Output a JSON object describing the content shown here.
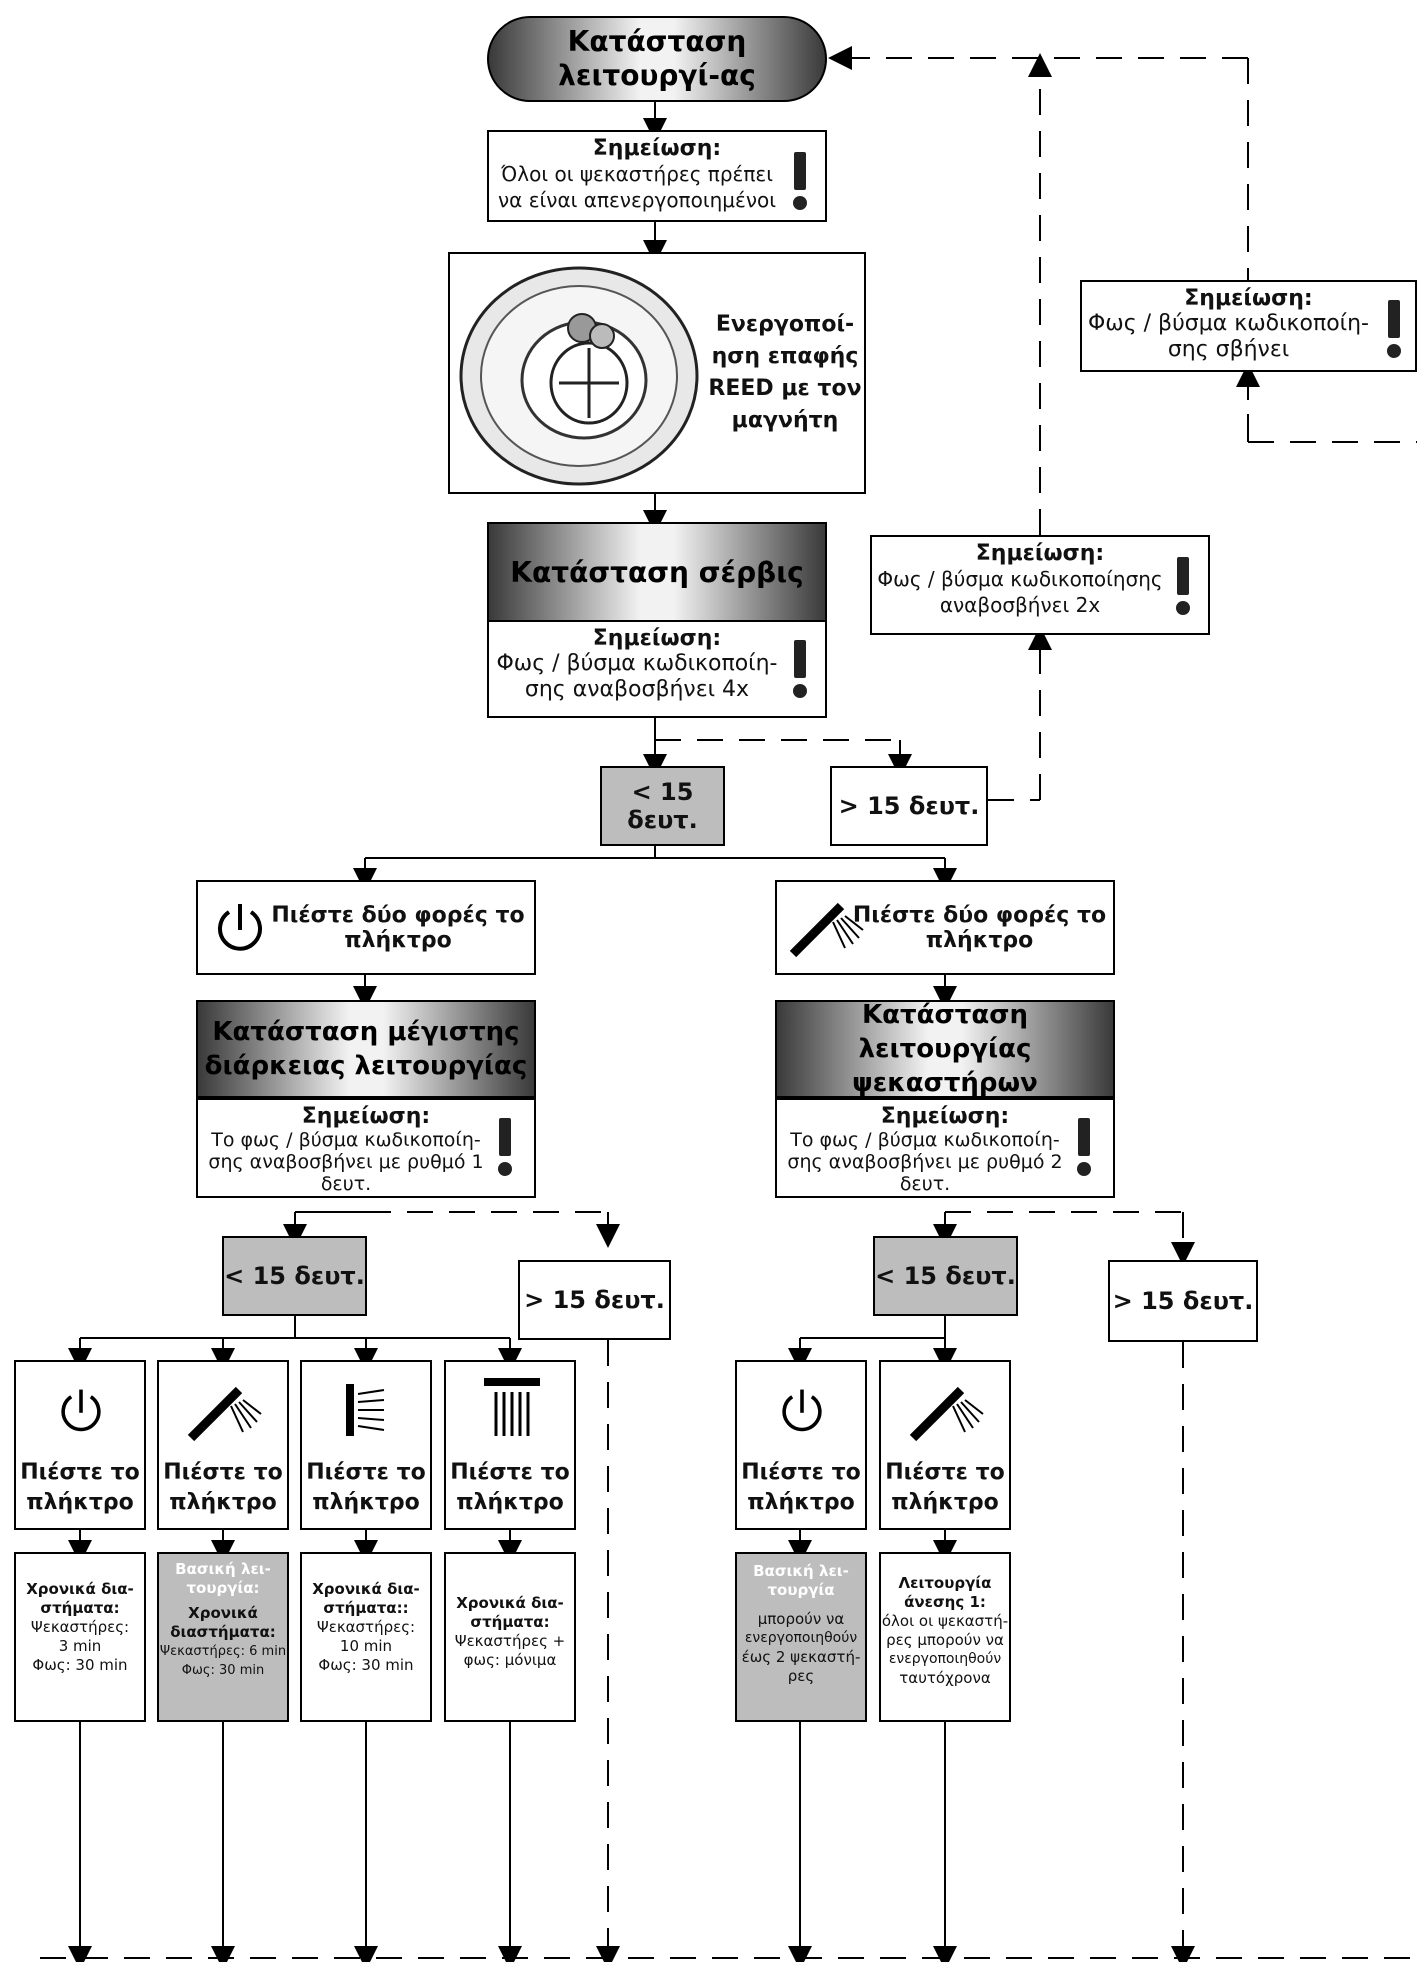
{
  "start": {
    "title": "Κατάσταση λειτουργί-ας"
  },
  "note1": {
    "title": "Σημείωση:",
    "text1": "Όλοι οι ψεκαστήρες πρέπει",
    "text2": "να είναι απενεργοποιημένοι"
  },
  "reed": {
    "line1": "Ενεργοποί-",
    "line2": "ηση επαφής",
    "line3": "REED με τον",
    "line4": "μαγνήτη"
  },
  "service": {
    "title": "Κατάσταση σέρβις",
    "note_title": "Σημείωση:",
    "note1": "Φως / βύσμα κωδικοποίη-",
    "note2": "σης αναβοσβήνει 4x"
  },
  "note_right_top": {
    "title": "Σημείωση:",
    "text1": "Φως / βύσμα κωδικοποίη-",
    "text2": "σης σβήνει"
  },
  "note_right_mid": {
    "title": "Σημείωση:",
    "text1": "Φως / βύσμα κωδικοποίησης",
    "text2": "αναβοσβήνει 2x"
  },
  "lt15": "< 15 δευτ.",
  "gt15": "> 15 δευτ.",
  "press_twice_power": {
    "line1": "Πιέστε δύο φορές το",
    "line2": "πλήκτρο"
  },
  "press_twice_shower": {
    "line1": "Πιέστε δύο φορές το",
    "line2": "πλήκτρο"
  },
  "maxdur": {
    "line1": "Κατάσταση μέγιστης",
    "line2": "διάρκειας λειτουργίας",
    "note_title": "Σημείωση:",
    "note1": "Το φως / βύσμα κωδικοποίη-",
    "note2": "σης αναβοσβήνει με ρυθμό 1",
    "note3": "δευτ."
  },
  "showermode": {
    "line1": "Κατάσταση λειτουργίας",
    "line2": "ψεκαστήρων",
    "note_title": "Σημείωση:",
    "note1": "Το φως / βύσμα κωδικοποίη-",
    "note2": "σης αναβοσβήνει με ρυθμό 2",
    "note3": "δευτ."
  },
  "press": {
    "line1": "Πιέστε το",
    "line2": "πλήκτρο"
  },
  "results": {
    "r1": {
      "t1": "Χρονικά δια-",
      "t2": "στήματα:",
      "l1": "Ψεκαστήρες:",
      "l2": "3 min",
      "l3": "Φως: 30 min"
    },
    "r2": {
      "h1": "Βασική λει-",
      "h2": "τουργία:",
      "t1": "Χρονικά",
      "t2": "διαστήματα:",
      "l1": "Ψεκαστήρες: 6 min",
      "l2": "Φως: 30 min"
    },
    "r3": {
      "t1": "Χρονικά δια-",
      "t2": "στήματα::",
      "l1": "Ψεκαστήρες:",
      "l2": "10 min",
      "l3": "Φως: 30 min"
    },
    "r4": {
      "t1": "Χρονικά δια-",
      "t2": "στήματα:",
      "l1": "Ψεκαστήρες +",
      "l2": "φως: μόνιμα"
    },
    "r5": {
      "h1": "Βασική λει-",
      "h2": "τουργία",
      "l1": "μπορούν να",
      "l2": "ενεργοποιηθούν",
      "l3": "έως 2 ψεκαστή-",
      "l4": "ρες"
    },
    "r6": {
      "t1": "Λειτουργία",
      "t2": "άνεσης 1:",
      "l1": "όλοι οι ψεκαστή-",
      "l2": "ρες μπορούν να",
      "l3": "ενεργοποιηθούν",
      "l4": "ταυτόχρονα"
    }
  }
}
